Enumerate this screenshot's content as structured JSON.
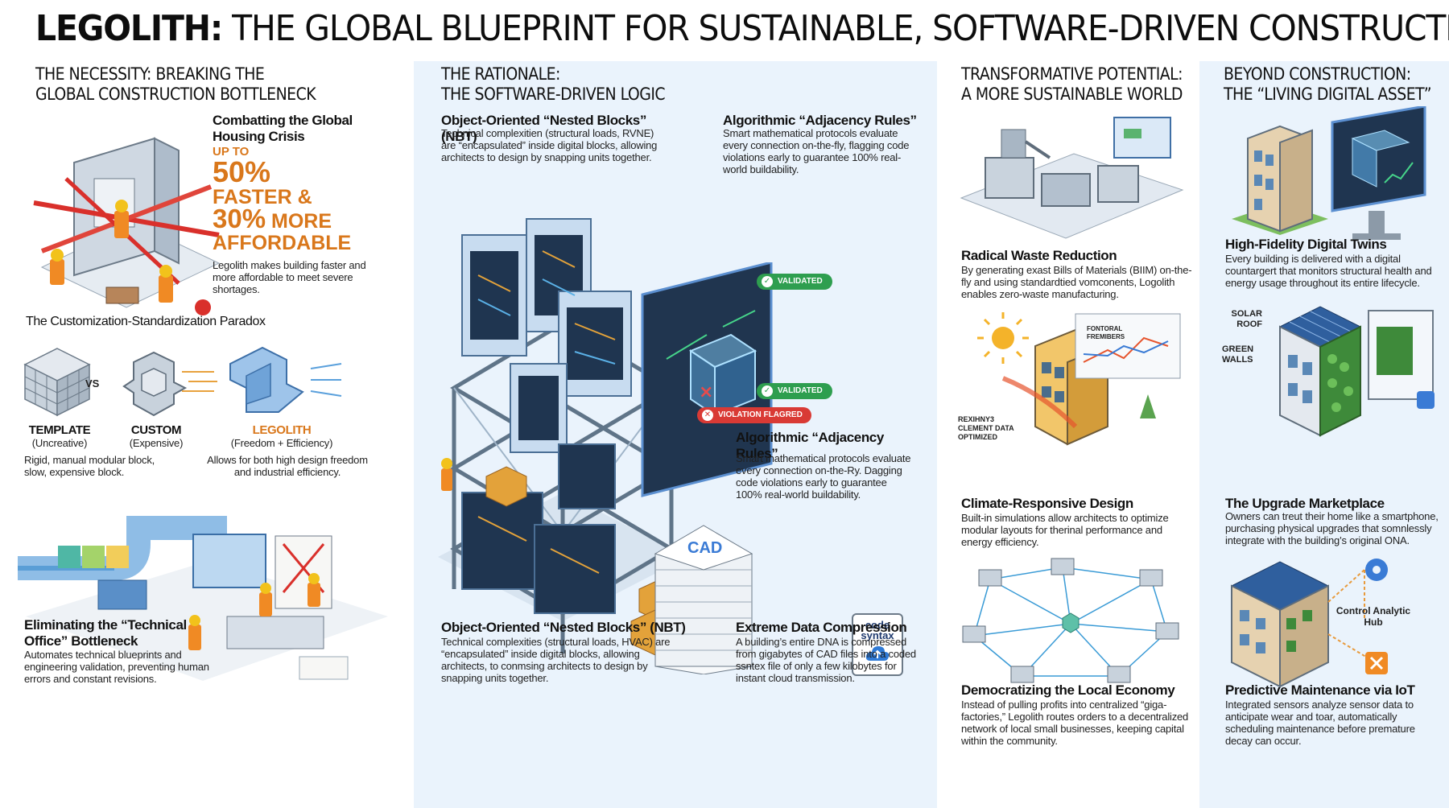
{
  "title": {
    "brand": "LEGOLITH:",
    "rest": " THE GLOBAL BLUEPRINT FOR SUSTAINABLE, SOFTWARE-DRIVEN CONSTRUCTION"
  },
  "col1": {
    "title_l1": "THE NECESSITY: BREAKING THE",
    "title_l2": "GLOBAL CONSTRUCTION BOTTLENECK",
    "housing": {
      "heading": "Combatting the Global Housing Crisis",
      "up_to": "UP TO",
      "stat1": "50%",
      "stat2": "FASTER &",
      "stat3": "30%",
      "stat3b": " MORE",
      "stat4": "AFFORDABLE",
      "body": "Legolith makes building faster and more affordable to meet severe shortages."
    },
    "paradox": {
      "heading": "The Customization-Standardization Paradox",
      "vs": "VS",
      "template": "TEMPLATE",
      "template_sub": "(Uncreative)",
      "template_desc": "Rigid, manual modular block, slow, expensive block.",
      "custom": "CUSTOM",
      "custom_sub": "(Expensive)",
      "legolith": "LEGOLITH",
      "legolith_sub": "(Freedom + Efficiency)",
      "legolith_desc": "Allows for both high design freedom and industrial efficiency."
    },
    "office": {
      "heading": "Eliminating the “Technical Office” Bottleneck",
      "body": "Automates technical blueprints and engineering validation, preventing human errors and constant revisions."
    }
  },
  "col2": {
    "title_l1": "THE RATIONALE:",
    "title_l2": "THE SOFTWARE-DRIVEN LOGIC",
    "nbt_top": {
      "heading": "Object-Oriented “Nested Blocks” (NBT)",
      "body": "Technical complexitien (structural loads, RVNE) are “encapsulated” inside digital blocks, allowing architects to design by snapping units together."
    },
    "adj_top": {
      "heading": "Algorithmic “Adjacency Rules”",
      "body": "Smart mathematical protocols evaluate every connection on-the-fly, flagging code violations early to guarantee 100% real-world buildability."
    },
    "validated": "VALIDATED",
    "violation": "VIOLATION FLAGRED",
    "adj_mid": {
      "heading": "Algorithmic “Adjacency Rules”",
      "body": "Smart mathematical protocols evaluate every connection on-the-Ry. Dagging code violations early to guarantee 100% real-world buildability."
    },
    "cad": "CAD",
    "code_l1": "code",
    "code_l2": "syntax",
    "nbt_bottom": {
      "heading": "Object-Oriented “Nested Blocks” (NBT)",
      "body": "Technical complexities (structural loads, HVAC) are “encapsulated” inside digital blocks, allowing architects, to conmsing architects to design by snapping units together."
    },
    "compression": {
      "heading": "Extreme Data Compression",
      "body": "A building’s entire DNA is compressed from gigabytes of CAD files into a coded ssntex file of only a few kilobytes for instant cloud transmission."
    }
  },
  "col3": {
    "title_l1": "TRANSFORMATIVE POTENTIAL:",
    "title_l2": "A MORE SUSTAINABLE WORLD",
    "waste": {
      "heading": "Radical Waste Reduction",
      "body": "By generating exast Bills of Materials (BIIM) on-the-fly and using standardtied vomconents, Logolith enables zero-waste manufacturing."
    },
    "climate_label": "REXIHNY3 CLEMENT DATA OPTIMIZED",
    "chart_label": "FONTORAL FREMIBERS",
    "climate": {
      "heading": "Climate-Responsive Design",
      "body": "Built-in simulations allow architects to optimize modular layouts for therinal performance and energy efficiency."
    },
    "economy": {
      "heading": "Democratizing the Local Economy",
      "body": "Instead of pulling profits into centralized “giga-factories,” Legolith routes orders to a decentralized network of local small businesses, keeping capital within the community."
    }
  },
  "col4": {
    "title_l1": "BEYOND CONSTRUCTION:",
    "title_l2": "THE “LIVING DIGITAL ASSET”",
    "twins": {
      "heading": "High-Fidelity Digital Twins",
      "body": "Every building is delivered with a digital countargert that monitors structural health and energy usage throughout its entire lifecycle."
    },
    "solar_roof": "SOLAR ROOF",
    "green_walls": "GREEN WALLS",
    "marketplace": {
      "heading": "The Upgrade Marketplace",
      "body": "Owners can treut their home like a smartphone, purchasing physical upgrades that somnlessly integrate with the building’s original ONA."
    },
    "hub": "Control Analytic Hub",
    "maintenance": {
      "heading": "Predictive Maintenance via IoT",
      "body": "Integrated sensors analyze sensor data to anticipate wear and toar, automatically scheduling maintenance before premature decay can occur."
    }
  },
  "colors": {
    "accent_orange": "#d9771b",
    "panel_blue": "#eaf3fc",
    "validated_green": "#2e9e4f",
    "violation_red": "#d93a35"
  },
  "icons": [
    "crane-worker-illustration",
    "cube-grid-icon",
    "puzzle-block-icon",
    "legolith-block-icon",
    "pipeline-illustration",
    "scaffold-illustration",
    "validation-screen-illustration",
    "cad-stack-icon",
    "cloud-upload-icon",
    "factory-illustration",
    "sun-icon",
    "network-icon",
    "digital-twin-illustration",
    "solar-building-illustration",
    "gear-icon",
    "wrench-icon"
  ]
}
